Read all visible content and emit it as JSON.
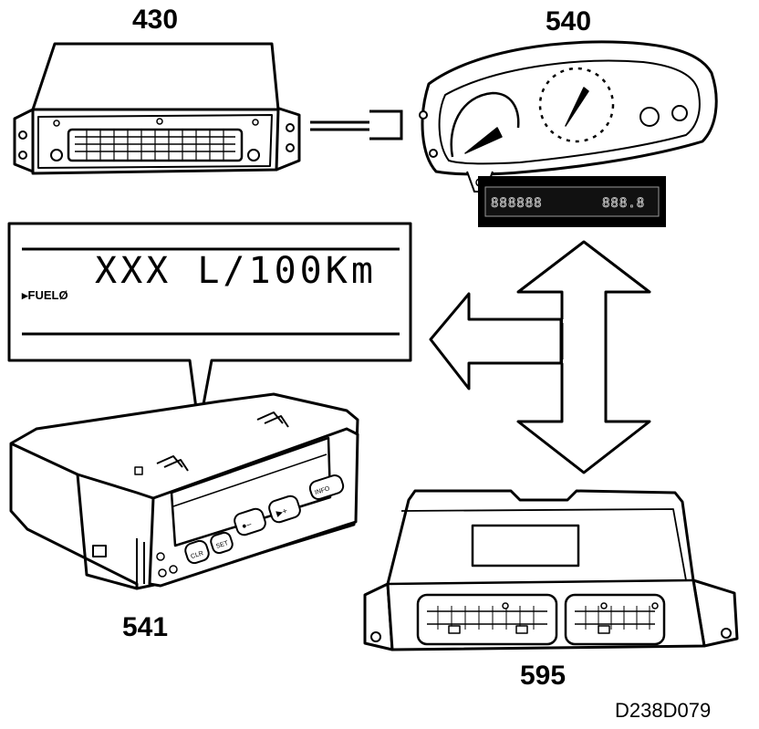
{
  "labels": {
    "ecu_430": "430",
    "cluster_540": "540",
    "display_541": "541",
    "ecu_595": "595",
    "diagram_code": "D238D079"
  },
  "callout": {
    "reading": "XXX L/100Km",
    "menu_item": "FUELØ"
  },
  "cluster_readout": {
    "left": "888888",
    "right": "888.8"
  },
  "display_buttons": {
    "clr": "CLR",
    "set": "SET",
    "minus": "●–",
    "plus": "▶+",
    "info": "INFO"
  }
}
